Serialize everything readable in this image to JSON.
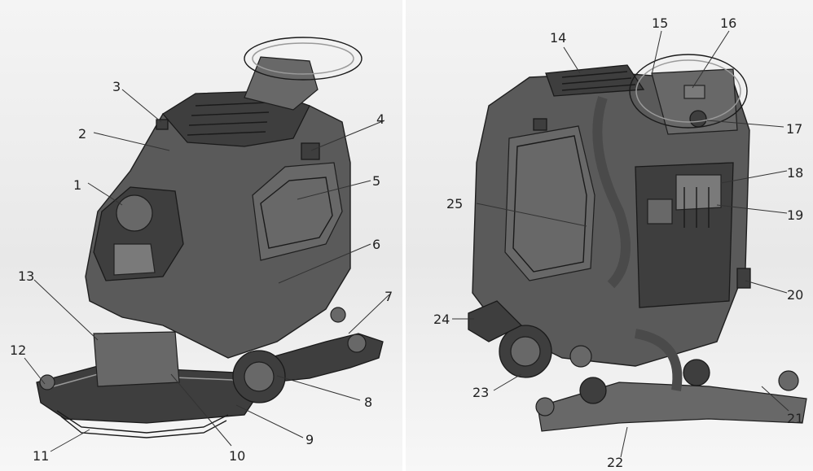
{
  "callouts_left": [
    "1",
    "2",
    "3",
    "4",
    "5",
    "6",
    "7",
    "8",
    "9",
    "10",
    "11",
    "12",
    "13"
  ],
  "callouts_right": [
    "14",
    "15",
    "16",
    "17",
    "18",
    "19",
    "20",
    "21",
    "22",
    "23",
    "24",
    "25"
  ]
}
